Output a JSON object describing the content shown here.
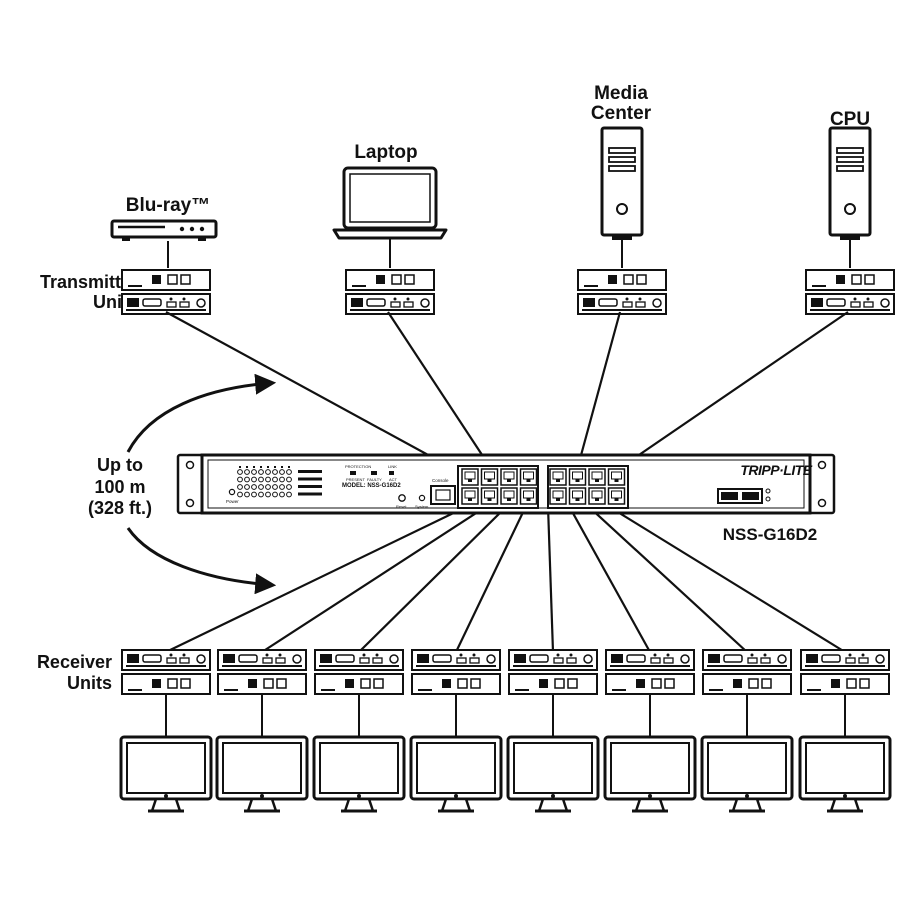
{
  "labels": {
    "bluray": "Blu-ray™",
    "laptop": "Laptop",
    "media_line1": "Media",
    "media_line2": "Center",
    "cpu": "CPU",
    "transmitter_line1": "Transmitter",
    "transmitter_line2": "Units",
    "receiver_line1": "Receiver",
    "receiver_line2": "Units",
    "distance_line1": "Up to",
    "distance_line2": "100 m",
    "distance_line3": "(328 ft.)",
    "switch_model": "NSS-G16D2"
  },
  "switch_panel": {
    "brand": "TRIPP·LITE",
    "model_text": "MODEL: NSS-G16D2",
    "console": "Console",
    "reset": "Reset",
    "system": "System",
    "power": "Power",
    "protection": "PROTECTION",
    "present": "PRESENT",
    "faulty": "FAULTY",
    "link": "LINK",
    "act": "ACT"
  },
  "colors": {
    "ink": "#111111",
    "paper": "#ffffff"
  }
}
